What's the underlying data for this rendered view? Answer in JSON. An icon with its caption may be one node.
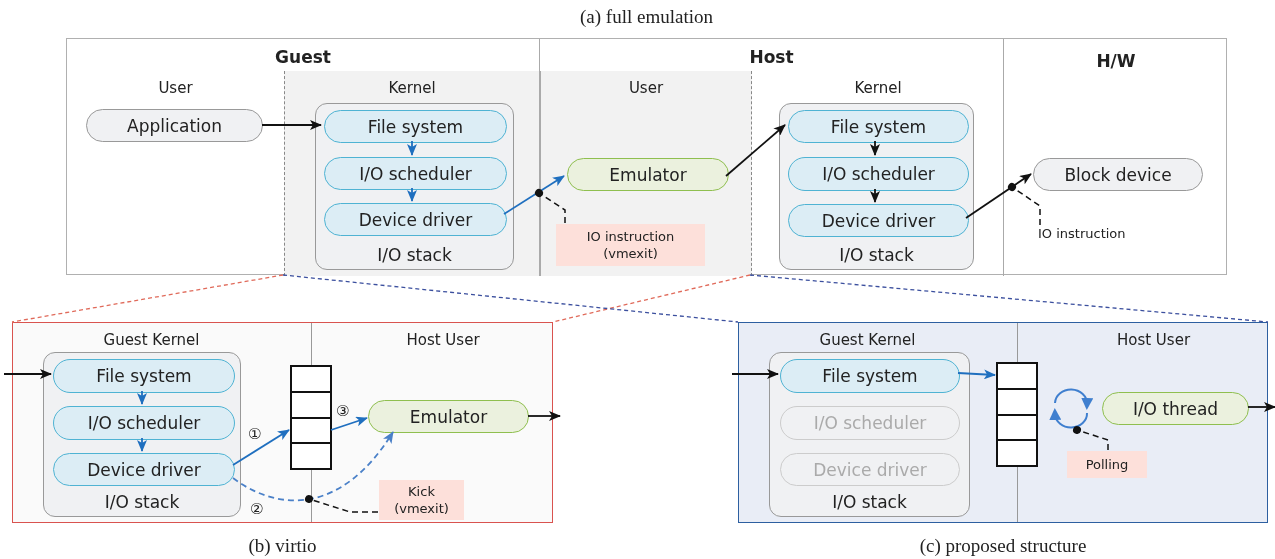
{
  "diagram": {
    "nodes": [
      {
        "text": [
          "(a) full emulation"
        ]
      },
      {
        "text": [
          "Guest"
        ],
        "in": 0
      },
      {
        "text": [
          "User"
        ],
        "in": 1
      },
      {
        "text": [
          "Application"
        ],
        "in": 2
      },
      {
        "text": [
          "Kernel"
        ],
        "in": 1
      },
      {
        "text": [
          "I/O stack"
        ],
        "in": 4
      },
      {
        "text": [
          "File system"
        ],
        "in": 5
      },
      {
        "text": [
          "I/O scheduler"
        ],
        "in": 5
      },
      {
        "text": [
          "Device driver"
        ],
        "in": 5
      },
      {
        "text": [
          "Host"
        ],
        "in": 0
      },
      {
        "text": [
          "User"
        ],
        "in": 9
      },
      {
        "text": [
          "Emulator"
        ],
        "in": 10
      },
      {
        "text": [
          "IO instruction (vmexit)"
        ],
        "in": 10
      },
      {
        "text": [
          "Kernel"
        ],
        "in": 9
      },
      {
        "text": [
          "I/O stack"
        ],
        "in": 13
      },
      {
        "text": [
          "File system"
        ],
        "in": 14
      },
      {
        "text": [
          "I/O scheduler"
        ],
        "in": 14
      },
      {
        "text": [
          "Device driver"
        ],
        "in": 14
      },
      {
        "text": [
          "H/W"
        ],
        "in": 0
      },
      {
        "text": [
          "Block device"
        ],
        "in": 18
      },
      {
        "text": [
          "IO instruction"
        ],
        "in": 18
      },
      {
        "text": [
          "(b) virtio"
        ]
      },
      {
        "text": [
          "Guest Kernel"
        ],
        "in": 21
      },
      {
        "text": [
          "I/O stack"
        ],
        "in": 22
      },
      {
        "text": [
          "File system"
        ],
        "in": 23
      },
      {
        "text": [
          "I/O scheduler"
        ],
        "in": 23
      },
      {
        "text": [
          "Device driver"
        ],
        "in": 23
      },
      {
        "text": [],
        "shape": "box",
        "in": 21
      },
      {
        "text": [
          "Host User"
        ],
        "in": 21
      },
      {
        "text": [
          "Emulator"
        ],
        "in": 28
      },
      {
        "text": [
          "Kick (vmexit)"
        ],
        "in": 28
      },
      {
        "text": [
          "(c) proposed structure"
        ]
      },
      {
        "text": [
          "Guest Kernel"
        ],
        "in": 31
      },
      {
        "text": [
          "I/O stack"
        ],
        "in": 32
      },
      {
        "text": [
          "File system"
        ],
        "in": 33
      },
      {
        "text": [
          "I/O scheduler"
        ],
        "in": 33
      },
      {
        "text": [
          "Device driver"
        ],
        "in": 33
      },
      {
        "text": [],
        "shape": "box",
        "in": 31
      },
      {
        "text": [
          "Host User"
        ],
        "in": 31
      },
      {
        "text": [],
        "shape": "circle",
        "in": 38
      },
      {
        "text": [
          "I/O thread"
        ],
        "in": 38
      },
      {
        "text": [
          "Polling"
        ],
        "in": 38
      }
    ],
    "edges": [
      {
        "from": 3,
        "to": 6,
        "arrow": "to"
      },
      {
        "from": 6,
        "to": 7,
        "arrow": "to",
        "color": "#1f6fbf"
      },
      {
        "from": 7,
        "to": 8,
        "arrow": "to",
        "color": "#1f6fbf"
      },
      {
        "from": 8,
        "to": 11,
        "arrow": "to",
        "color": "#1f6fbf"
      },
      {
        "from": 11,
        "to": 15,
        "arrow": "to"
      },
      {
        "from": 15,
        "to": 16,
        "arrow": "to"
      },
      {
        "from": 16,
        "to": 17,
        "arrow": "to"
      },
      {
        "from": 17,
        "to": 19,
        "arrow": "to"
      },
      {
        "from": 12,
        "to": null,
        "arrow": "other",
        "style": "dashed"
      },
      {
        "from": 20,
        "to": null,
        "arrow": "other",
        "style": "dashed"
      },
      {
        "from": 4,
        "to": 21,
        "arrow": "none",
        "style": "dashed",
        "color": "#e06a5a"
      },
      {
        "from": 10,
        "to": 21,
        "arrow": "none",
        "style": "dashed",
        "color": "#e06a5a"
      },
      {
        "from": 4,
        "to": 31,
        "arrow": "none",
        "style": "dashed",
        "color": "#3b4f9e"
      },
      {
        "from": 10,
        "to": 31,
        "arrow": "none",
        "style": "dashed",
        "color": "#3b4f9e"
      },
      {
        "from": null,
        "to": 24,
        "arrow": "to"
      },
      {
        "from": 24,
        "to": 25,
        "arrow": "to",
        "color": "#1f6fbf"
      },
      {
        "from": 25,
        "to": 26,
        "arrow": "to",
        "color": "#1f6fbf"
      },
      {
        "from": 26,
        "to": 27,
        "arrow": "to",
        "label": "①",
        "color": "#1f6fbf"
      },
      {
        "from": 27,
        "to": 29,
        "arrow": "to",
        "label": "③",
        "color": "#1f6fbf"
      },
      {
        "from": 26,
        "to": 29,
        "arrow": "to",
        "label": "②",
        "style": "dashed",
        "color": "#4a80c8"
      },
      {
        "from": 30,
        "to": null,
        "arrow": "other",
        "style": "dashed"
      },
      {
        "from": 29,
        "to": null,
        "arrow": "to"
      },
      {
        "from": null,
        "to": 34,
        "arrow": "to"
      },
      {
        "from": 34,
        "to": 37,
        "arrow": "to",
        "color": "#1f6fbf"
      },
      {
        "from": 40,
        "to": null,
        "arrow": "to"
      },
      {
        "from": 41,
        "to": 39,
        "arrow": "other",
        "style": "dashed"
      }
    ]
  }
}
